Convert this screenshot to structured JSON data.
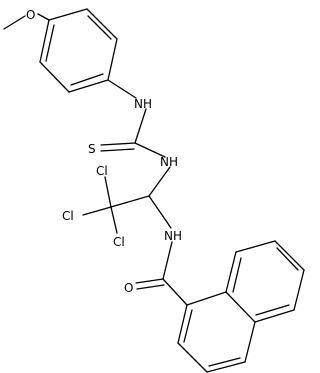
{
  "molecule": {
    "atoms": {
      "methoxy_O": "O",
      "thiourea_NH": "NH",
      "thiocarbonyl_S": "S",
      "ethyl_NH": "NH",
      "chloro_1": "Cl",
      "chloro_2": "Cl",
      "chloro_3": "Cl",
      "amide_NH": "NH",
      "carbonyl_O": "O"
    },
    "colors": {
      "bond": "#000000",
      "text": "#000000",
      "background": "#ffffff"
    }
  }
}
